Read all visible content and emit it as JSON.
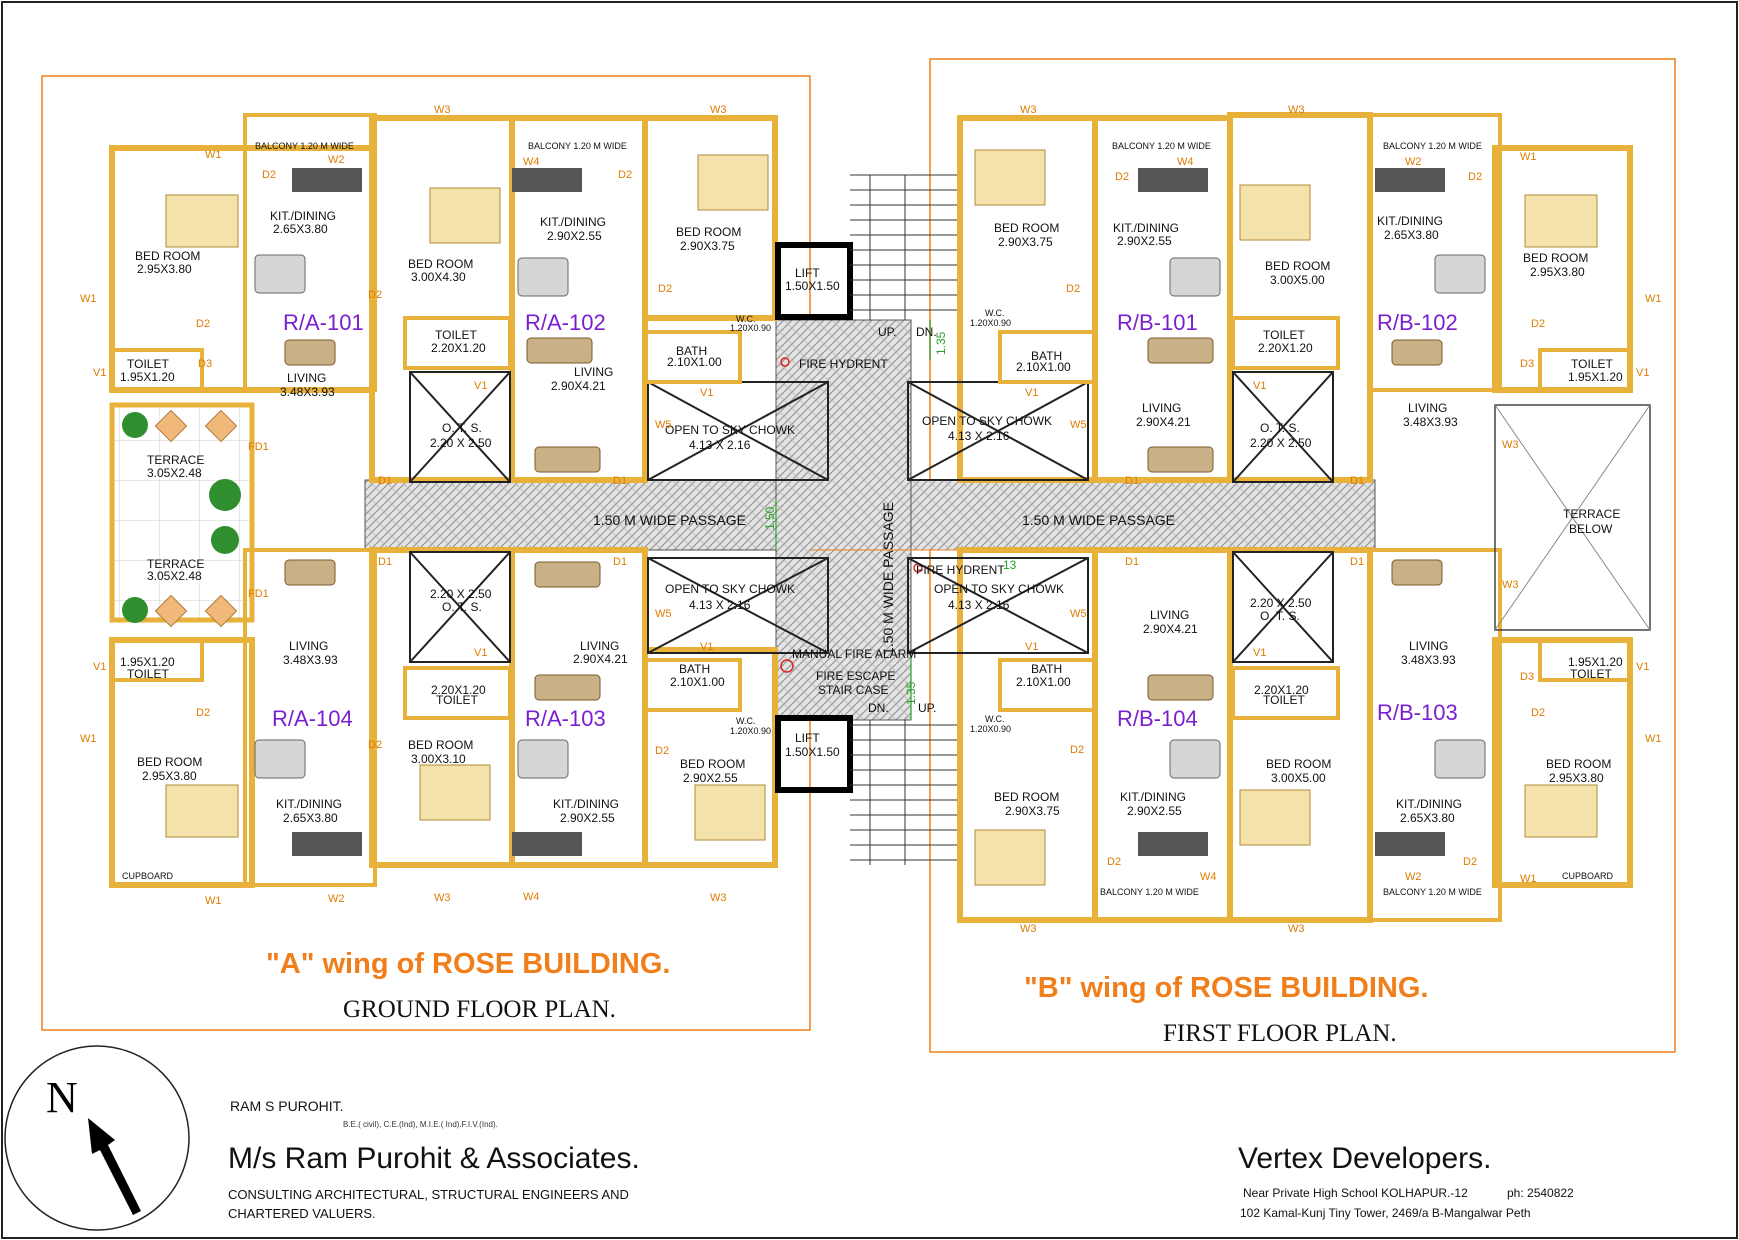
{
  "wing_a": {
    "heading": "\"A\" wing of ROSE BUILDING.",
    "subheading": "GROUND FLOOR PLAN.",
    "units": [
      {
        "id": "R/A-101",
        "rooms": [
          {
            "name": "BED ROOM",
            "size": "2.95X3.80"
          },
          {
            "name": "KIT./DINING",
            "size": "2.65X3.80"
          },
          {
            "name": "BED ROOM",
            "size": "3.00X4.30"
          },
          {
            "name": "TOILET",
            "size": "1.95X1.20"
          },
          {
            "name": "LIVING",
            "size": "3.48X3.93"
          },
          {
            "name": "TOILET",
            "size": "2.20X1.20"
          },
          {
            "name": "TERRACE",
            "size": "3.05X2.48"
          }
        ]
      },
      {
        "id": "R/A-102",
        "rooms": [
          {
            "name": "KIT./DINING",
            "size": "2.90X2.55"
          },
          {
            "name": "BED ROOM",
            "size": "2.90X3.75"
          },
          {
            "name": "LIVING",
            "size": "2.90X4.21"
          },
          {
            "name": "BATH",
            "size": "2.10X1.00"
          },
          {
            "name": "W.C.",
            "size": "1.20X0.90"
          }
        ]
      },
      {
        "id": "R/A-104",
        "rooms": [
          {
            "name": "TERRACE",
            "size": "3.05X2.48"
          },
          {
            "name": "LIVING",
            "size": "3.48X3.93"
          },
          {
            "name": "TOILET",
            "size": "1.95X1.20"
          },
          {
            "name": "BED ROOM",
            "size": "2.95X3.80"
          },
          {
            "name": "KIT./DINING",
            "size": "2.65X3.80"
          },
          {
            "name": "BED ROOM",
            "size": "3.00X3.10"
          },
          {
            "name": "TOILET",
            "size": "2.20X1.20"
          }
        ]
      },
      {
        "id": "R/A-103",
        "rooms": [
          {
            "name": "LIVING",
            "size": "2.90X4.21"
          },
          {
            "name": "BATH",
            "size": "2.10X1.00"
          },
          {
            "name": "W.C.",
            "size": "1.20X0.90"
          },
          {
            "name": "BED ROOM",
            "size": "2.90X2.55"
          },
          {
            "name": "KIT./DINING",
            "size": "2.90X2.55"
          }
        ]
      }
    ],
    "ots_upper": {
      "name": "O. T. S.",
      "size": "2.20 X 2.50"
    },
    "ots_lower": {
      "name": "O. T. S.",
      "size": "2.20 X 2.50"
    },
    "chowk_upper": {
      "name": "OPEN TO SKY CHOWK",
      "size": "4.13 X 2.16"
    },
    "chowk_lower": {
      "name": "OPEN TO SKY CHOWK",
      "size": "4.13 X 2.16"
    },
    "passage": "1.50 M WIDE PASSAGE",
    "cupboard": "CUPBOARD"
  },
  "wing_b": {
    "heading": "\"B\" wing of ROSE BUILDING.",
    "subheading": "FIRST FLOOR PLAN.",
    "units": [
      {
        "id": "R/B-101",
        "rooms": [
          {
            "name": "BED ROOM",
            "size": "2.90X3.75"
          },
          {
            "name": "KIT./DINING",
            "size": "2.90X2.55"
          },
          {
            "name": "W.C.",
            "size": "1.20X0.90"
          },
          {
            "name": "BATH",
            "size": "2.10X1.00"
          },
          {
            "name": "LIVING",
            "size": "2.90X4.21"
          }
        ]
      },
      {
        "id": "R/B-102",
        "rooms": [
          {
            "name": "BED ROOM",
            "size": "3.00X5.00"
          },
          {
            "name": "KIT./DINING",
            "size": "2.65X3.80"
          },
          {
            "name": "BED ROOM",
            "size": "2.95X3.80"
          },
          {
            "name": "TOILET",
            "size": "2.20X1.20"
          },
          {
            "name": "LIVING",
            "size": "3.48X3.93"
          },
          {
            "name": "TOILET",
            "size": "1.95X1.20"
          }
        ]
      },
      {
        "id": "R/B-104",
        "rooms": [
          {
            "name": "LIVING",
            "size": "2.90X4.21"
          },
          {
            "name": "BATH",
            "size": "2.10X1.00"
          },
          {
            "name": "W.C.",
            "size": "1.20X0.90"
          },
          {
            "name": "BED ROOM",
            "size": "2.90X3.75"
          },
          {
            "name": "KIT./DINING",
            "size": "2.90X2.55"
          }
        ]
      },
      {
        "id": "R/B-103",
        "rooms": [
          {
            "name": "LIVING",
            "size": "3.48X3.93"
          },
          {
            "name": "TOILET",
            "size": "1.95X1.20"
          },
          {
            "name": "TOILET",
            "size": "2.20X1.20"
          },
          {
            "name": "BED ROOM",
            "size": "3.00X5.00"
          },
          {
            "name": "KIT./DINING",
            "size": "2.65X3.80"
          },
          {
            "name": "BED ROOM",
            "size": "2.95X3.80"
          }
        ]
      }
    ],
    "ots_upper": {
      "name": "O. T. S.",
      "size": "2.20 X 2.50"
    },
    "ots_lower": {
      "name": "O. T. S.",
      "size": "2.20 X 2.50"
    },
    "chowk_upper": {
      "name": "OPEN TO SKY CHOWK",
      "size": "4.13 X 2.16"
    },
    "chowk_lower": {
      "name": "OPEN TO SKY CHOWK",
      "size": "4.13 X 2.16"
    },
    "passage": "1.50 M WIDE PASSAGE",
    "terrace_below": [
      "TERRACE",
      "BELOW"
    ],
    "cupboard": "CUPBOARD"
  },
  "core": {
    "lift_upper": {
      "name": "LIFT",
      "size": "1.50X1.50"
    },
    "lift_lower": {
      "name": "LIFT",
      "size": "1.50X1.50"
    },
    "fire_hydrent": "FIRE HYDRENT",
    "fire_hydrent_b": "FIRE HYDRENT",
    "manual_fire_alarm": "MANUAL FIRE ALARM",
    "fire_escape": [
      "FIRE ESCAPE",
      "STAIR CASE"
    ],
    "vertical_passage": "1.50 M WIDE PASSAGE",
    "up": "UP.",
    "dn": "DN.",
    "dim_150": "1.50",
    "dim_135": "1.35",
    "dim_13": "13"
  },
  "labels": {
    "balcony": "BALCONY 1.20 M WIDE",
    "doors": [
      "D1",
      "D2",
      "D3",
      "FD1"
    ],
    "windows": [
      "W1",
      "W2",
      "W3",
      "W4",
      "W5",
      "V1"
    ]
  },
  "compass": {
    "letter": "N"
  },
  "architect": {
    "name": "RAM S PUROHIT.",
    "qualifications": "B.E.( civil), C.E.(Ind), M.I.E.( Ind).F.I.V.(Ind).",
    "firm": "M/s Ram Purohit & Associates.",
    "services_line1": "CONSULTING ARCHITECTURAL, STRUCTURAL ENGINEERS AND",
    "services_line2": "CHARTERED VALUERS."
  },
  "developer": {
    "name": "Vertex Developers.",
    "address_line1": "Near Private High School KOLHAPUR.-12",
    "phone": "ph: 2540822",
    "address_line2": "102  Kamal-Kunj Tiny Tower, 2469/a B-Mangalwar Peth"
  },
  "colors": {
    "wall": "#e8b23a",
    "orange": "#f07e1b",
    "unit_label": "#7a1fd0",
    "tag": "#e07b00",
    "green_dim": "#2aa12a",
    "passage_fill": "#d9d9d9"
  }
}
